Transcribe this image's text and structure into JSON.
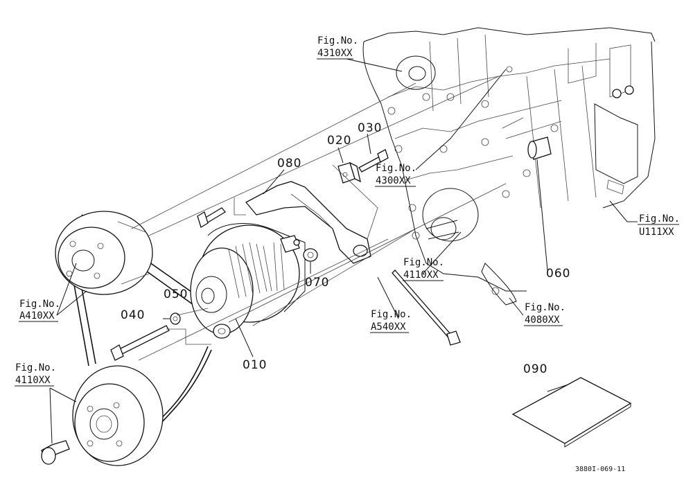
{
  "refs": {
    "r4310": {
      "head": "Fig.No.",
      "code": "4310XX"
    },
    "r4300": {
      "head": "Fig.No.",
      "code": "4300XX"
    },
    "rU111": {
      "head": "Fig.No.",
      "code": "U111XX"
    },
    "rA410": {
      "head": "Fig.No.",
      "code": "A410XX"
    },
    "r4110a": {
      "head": "Fig.No.",
      "code": "4110XX"
    },
    "r4110b": {
      "head": "Fig.No.",
      "code": "4110XX"
    },
    "rA540": {
      "head": "Fig.No.",
      "code": "A540XX"
    },
    "r4080": {
      "head": "Fig.No.",
      "code": "4080XX"
    }
  },
  "parts": {
    "p010": "010",
    "p020": "020",
    "p030": "030",
    "p040": "040",
    "p050": "050",
    "p060": "060",
    "p070": "070",
    "p080": "080",
    "p090": "090"
  },
  "drawing_code": "3880I-069-11"
}
